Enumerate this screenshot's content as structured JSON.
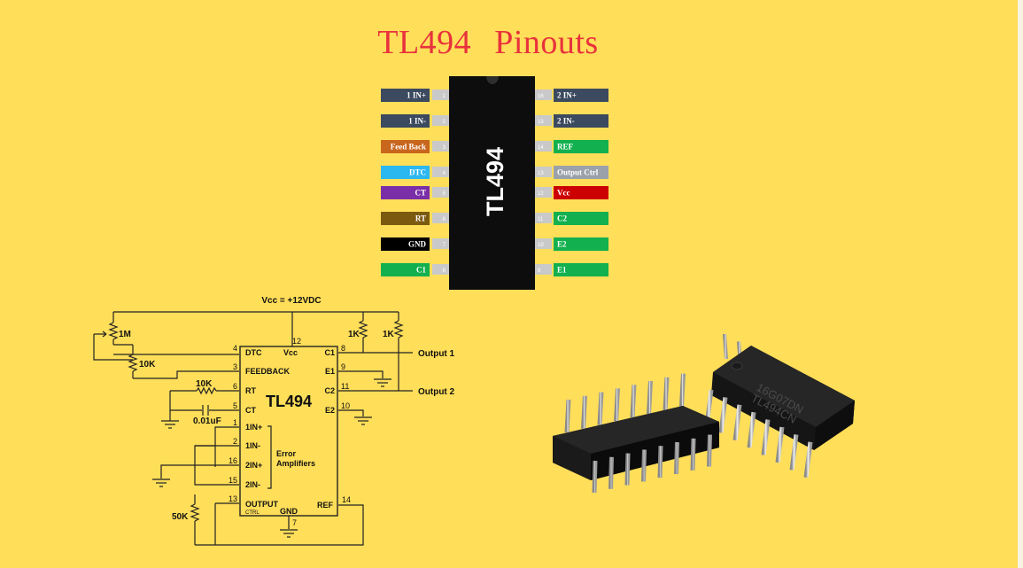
{
  "title": {
    "part1": "TL494",
    "part2": "Pinouts"
  },
  "chip_label": "TL494",
  "pins_left": [
    {
      "num": "1",
      "label": "1 IN+",
      "color": "#3B4A5E"
    },
    {
      "num": "2",
      "label": "1 IN-",
      "color": "#3B4A5E"
    },
    {
      "num": "3",
      "label": "Feed Back",
      "color": "#C8661E"
    },
    {
      "num": "4",
      "label": "DTC",
      "color": "#2BB7EF"
    },
    {
      "num": "5",
      "label": "CT",
      "color": "#7A2FA8"
    },
    {
      "num": "6",
      "label": "RT",
      "color": "#7B5A10"
    },
    {
      "num": "7",
      "label": "GND",
      "color": "#000000"
    },
    {
      "num": "8",
      "label": "C1",
      "color": "#12B04E"
    }
  ],
  "pins_right": [
    {
      "num": "16",
      "label": "2 IN+",
      "color": "#3B4A5E"
    },
    {
      "num": "15",
      "label": "2 IN-",
      "color": "#3B4A5E"
    },
    {
      "num": "14",
      "label": "REF",
      "color": "#12B04E"
    },
    {
      "num": "13",
      "label": "Output Ctrl",
      "color": "#9AA1AA"
    },
    {
      "num": "12",
      "label": "Vcc",
      "color": "#CC0000"
    },
    {
      "num": "11",
      "label": "C2",
      "color": "#12B04E"
    },
    {
      "num": "10",
      "label": "E2",
      "color": "#12B04E"
    },
    {
      "num": "9",
      "label": "E1",
      "color": "#12B04E"
    }
  ],
  "schematic": {
    "vcc_label": "Vcc = +12VDC",
    "ic_name": "TL494",
    "vcc_pin": "Vcc",
    "output1": "Output 1",
    "output2": "Output 2",
    "r_1m": "1M",
    "r_10k_pot": "10K",
    "r_10k": "10K",
    "r_1k_a": "1K",
    "r_1k_b": "1K",
    "r_50k": "50K",
    "cap": "0.01uF",
    "pins_left": [
      {
        "num": "4",
        "label": "DTC"
      },
      {
        "num": "3",
        "label": "FEEDBACK"
      },
      {
        "num": "6",
        "label": "RT"
      },
      {
        "num": "5",
        "label": "CT"
      },
      {
        "num": "1",
        "label": "1IN+"
      },
      {
        "num": "2",
        "label": "1IN-"
      },
      {
        "num": "16",
        "label": "2IN+"
      },
      {
        "num": "15",
        "label": "2IN-"
      },
      {
        "num": "13",
        "label": "OUTPUT"
      }
    ],
    "ctrl_label": "CTRL",
    "pins_right": [
      {
        "num": "8",
        "label": "C1"
      },
      {
        "num": "9",
        "label": "E1"
      },
      {
        "num": "11",
        "label": "C2"
      },
      {
        "num": "10",
        "label": "E2"
      }
    ],
    "vcc_num": "12",
    "gnd_num": "7",
    "gnd_label": "GND",
    "ref_num": "14",
    "ref_label": "REF",
    "err_line1": "Error",
    "err_line2": "Amplifiers"
  },
  "photo": {
    "back_marking_1": "16G07DN",
    "back_marking_2": "TL494CN"
  }
}
